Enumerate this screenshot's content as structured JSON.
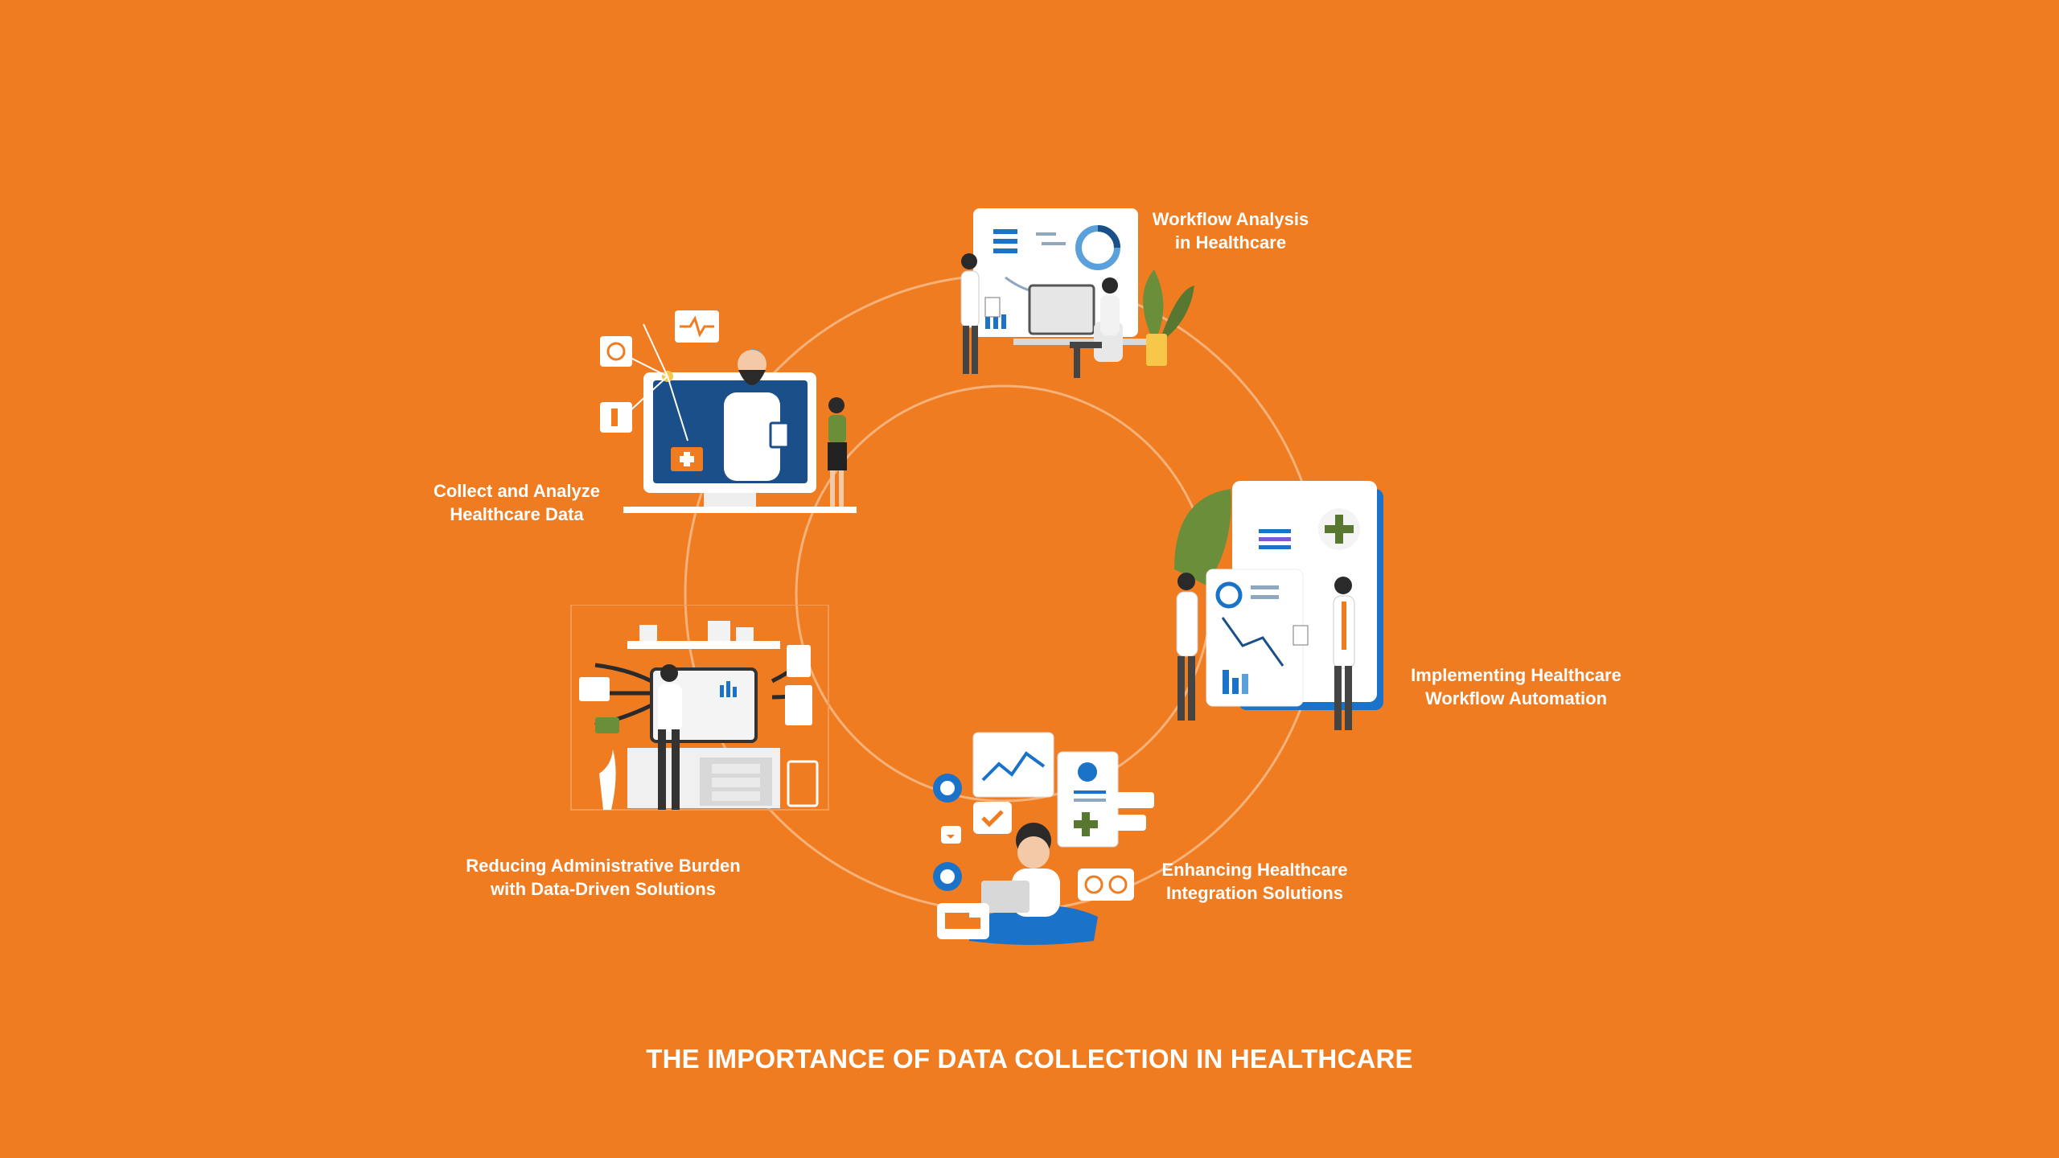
{
  "colors": {
    "background": "#F07C22",
    "ring": "#F7B27A",
    "text": "#FFFFFF",
    "accent_blue": "#1A73C9",
    "panel_white": "#FFFFFF",
    "leaf_green": "#6B8E3A"
  },
  "diagram": {
    "title": "THE IMPORTANCE OF DATA COLLECTION IN HEALTHCARE",
    "steps": [
      {
        "label": "Workflow Analysis\nin Healthcare",
        "icon": "workflow-analysis-illustration"
      },
      {
        "label": "Implementing Healthcare\nWorkflow Automation",
        "icon": "workflow-automation-illustration"
      },
      {
        "label": "Enhancing Healthcare\nIntegration Solutions",
        "icon": "integration-solutions-illustration"
      },
      {
        "label": "Reducing Administrative Burden\nwith Data-Driven Solutions",
        "icon": "administrative-burden-illustration"
      },
      {
        "label": "Collect and Analyze\nHealthcare Data",
        "icon": "collect-analyze-illustration"
      }
    ]
  }
}
